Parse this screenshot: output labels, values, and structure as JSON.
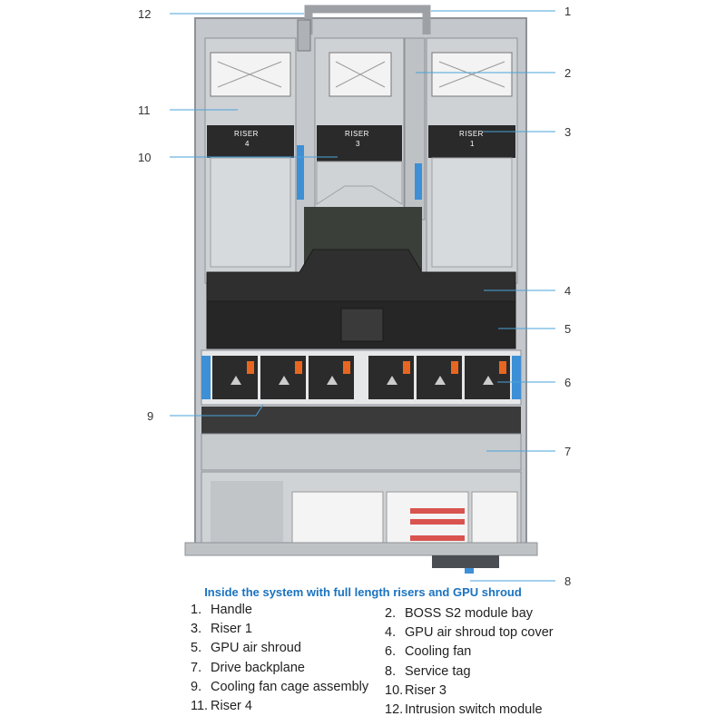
{
  "callouts": [
    "1",
    "2",
    "3",
    "4",
    "5",
    "6",
    "7",
    "8",
    "9",
    "10",
    "11",
    "12"
  ],
  "risers": {
    "riser4": [
      "RISER",
      "4"
    ],
    "riser3": [
      "RISER",
      "3"
    ],
    "riser1": [
      "RISER",
      "1"
    ]
  },
  "caption": "Inside the system with full length risers and GPU shroud",
  "legend": {
    "left": [
      {
        "num": "1.",
        "label": "Handle"
      },
      {
        "num": "3.",
        "label": "Riser 1"
      },
      {
        "num": "5.",
        "label": "GPU air shroud"
      },
      {
        "num": "7.",
        "label": "Drive backplane"
      },
      {
        "num": "9.",
        "label": "Cooling fan cage assembly"
      },
      {
        "num": "11.",
        "label": "Riser 4"
      }
    ],
    "right": [
      {
        "num": "2.",
        "label": "BOSS S2 module bay"
      },
      {
        "num": "4.",
        "label": "GPU air shroud top cover"
      },
      {
        "num": "6.",
        "label": "Cooling fan"
      },
      {
        "num": "8.",
        "label": "Service tag"
      },
      {
        "num": "10.",
        "label": "Riser 3"
      },
      {
        "num": "12.",
        "label": "Intrusion switch module"
      }
    ]
  },
  "colors": {
    "callout_line": "#4aa3d8",
    "caption": "#1a73c0",
    "shroud": "#2e2e2e",
    "chassis": "#b9bcc0",
    "fan_accent": "#e8661f",
    "latch_blue": "#3d8fd6"
  }
}
